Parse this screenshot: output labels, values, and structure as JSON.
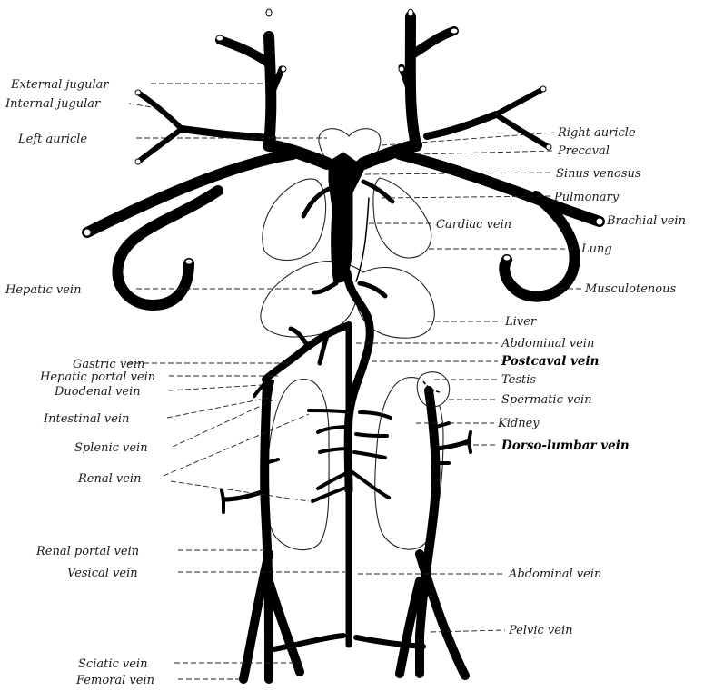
{
  "labels_left": {
    "external_jugular": "External jugular",
    "internal_jugular": "Internal jugular",
    "left_auricle": "Left auricle",
    "hepatic_vein": "Hepatic vein",
    "gastric_vein": "Gastric vein",
    "hepatic_portal_vein": "Hepatic portal vein",
    "duodenal_vein": "Duodenal vein",
    "intestinal_vein": "Intestinal vein",
    "splenic_vein": "Splenic vein",
    "renal_vein": "Renal vein",
    "renal_portal_vein": "Renal portal vein",
    "vesical_vein": "Vesical vein",
    "sciatic_vein": "Sciatic vein",
    "femoral_vein": "Femoral vein"
  },
  "labels_right": {
    "right_auricle": "Right auricle",
    "precaval": "Precaval",
    "sinus_venosus": "Sinus venosus",
    "pulmonary": "Pulmonary",
    "cardiac_vein": "Cardiac vein",
    "brachial_vein": "Brachial vein",
    "lung": "Lung",
    "musculotenous": "Musculotenous",
    "liver": "Liver",
    "abdominal_vein_upper": "Abdominal vein",
    "postcaval_vein": "Postcaval vein",
    "testis": "Testis",
    "spermatic_vein": "Spermatic vein",
    "kidney": "Kidney",
    "dorso_lumbar_vein": "Dorso-lumbar vein",
    "abdominal_vein_lower": "Abdominal vein",
    "pelvic_vein": "Pelvic vein"
  }
}
